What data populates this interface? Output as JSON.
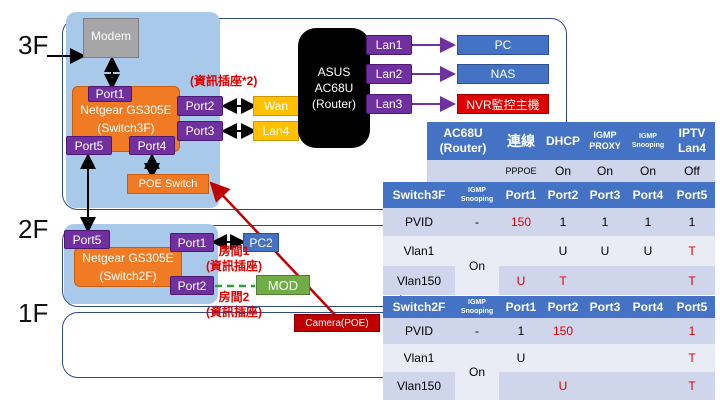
{
  "floors": [
    "3F",
    "2F",
    "1F"
  ],
  "modem": "Modem",
  "switch3f": {
    "name": "Netgear GS305E",
    "sub": "(Switch3F)"
  },
  "switch2f": {
    "name": "Netgear GS305E",
    "sub": "(Switch2F)"
  },
  "router": "ASUS\nAC68U\n(Router)",
  "ports3f": {
    "p1": "Port1",
    "p2": "Port2",
    "p3": "Port3",
    "p4": "Port4",
    "p5": "Port5"
  },
  "ports2f": {
    "p5": "Port5",
    "p1": "Port1",
    "p2": "Port2"
  },
  "router_ports": {
    "wan": "Wan",
    "lan4": "Lan4",
    "lan1": "Lan1",
    "lan2": "Lan2",
    "lan3": "Lan3"
  },
  "devices": {
    "pc": "PC",
    "nas": "NAS",
    "nvr": "NVR監控主機",
    "poe": "POE Switch",
    "pc2": "PC2",
    "mod": "MOD",
    "camera": "Camera(POE)"
  },
  "labels": {
    "jack3f": "(資訊插座*2)",
    "room1": "房間1\n(資訊插座)",
    "room2": "房間2\n(資訊插座)"
  },
  "colors": {
    "switch": "#f07b24",
    "port": "#7030a0",
    "zone": "#a9c9ea",
    "router": "#000000",
    "header": "#4472c4"
  },
  "router_table": {
    "header": [
      "AC68U\n(Router)",
      "連線",
      "DHCP",
      "IGMP\nPROXY",
      "IGMP\nSnooping",
      "IPTV\nLan4"
    ],
    "row": [
      "",
      "PPPOE",
      "On",
      "On",
      "On",
      "Off"
    ]
  },
  "switch3f_table": {
    "header": [
      "Switch3F",
      "IGMP\nSnooping",
      "Port1",
      "Port2",
      "Port3",
      "Port4",
      "Port5"
    ],
    "pvid": [
      "PVID",
      "-",
      "150",
      "1",
      "1",
      "1",
      "1"
    ],
    "vlan1": [
      "Vlan1",
      "",
      "",
      "U",
      "U",
      "U",
      "T"
    ],
    "vlan150": [
      "Vlan150",
      "",
      "U",
      "T",
      "",
      "",
      "T"
    ],
    "igmp_on": "On"
  },
  "switch2f_table": {
    "header": [
      "Switch2F",
      "IGMP\nSnooping",
      "Port1",
      "Port2",
      "Port3",
      "Port4",
      "Port5"
    ],
    "pvid": [
      "PVID",
      "-",
      "1",
      "150",
      "",
      "",
      "1"
    ],
    "vlan1": [
      "Vlan1",
      "",
      "U",
      "",
      "",
      "",
      "T"
    ],
    "vlan150": [
      "Vlan150",
      "",
      "",
      "U",
      "",
      "",
      "T"
    ],
    "igmp_on": "On"
  }
}
